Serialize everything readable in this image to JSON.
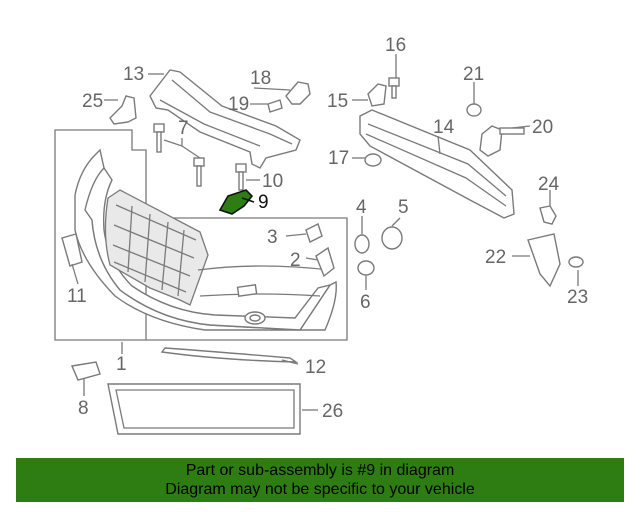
{
  "callouts": {
    "c1": "1",
    "c2": "2",
    "c3": "3",
    "c4": "4",
    "c5": "5",
    "c6": "6",
    "c7": "7",
    "c8": "8",
    "c9": "9",
    "c10": "10",
    "c11": "11",
    "c12": "12",
    "c13": "13",
    "c14": "14",
    "c15": "15",
    "c16": "16",
    "c17": "17",
    "c18": "18",
    "c19": "19",
    "c20": "20",
    "c21": "21",
    "c22": "22",
    "c23": "23",
    "c24": "24",
    "c25": "25",
    "c26": "26"
  },
  "highlight": {
    "part": "9",
    "color": "#2e7d12"
  },
  "banner": {
    "line1": "Part or sub-assembly is #9 in diagram",
    "line2": "Diagram may not be specific to your vehicle",
    "color": "#2e7d12"
  }
}
